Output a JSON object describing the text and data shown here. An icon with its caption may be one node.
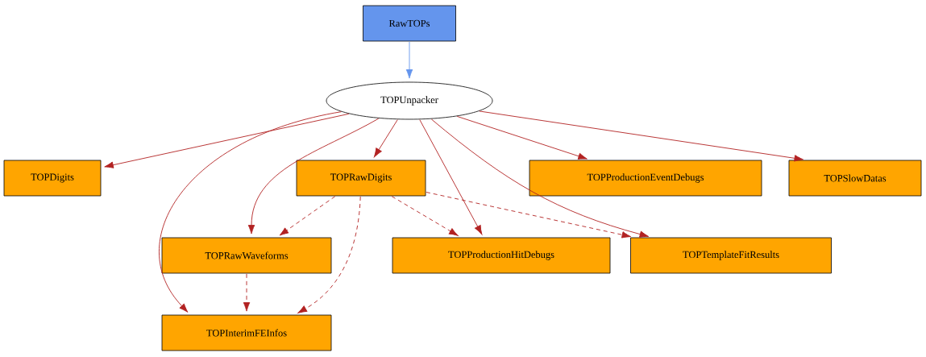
{
  "diagram": {
    "nodes": [
      {
        "text": [
          "RawTOPs"
        ]
      },
      {
        "text": [
          "TOPUnpacker"
        ]
      },
      {
        "text": [
          "TOPDigits"
        ]
      },
      {
        "text": [
          "TOPRawDigits"
        ]
      },
      {
        "text": [
          "TOPProductionEventDebugs"
        ]
      },
      {
        "text": [
          "TOPSlowDatas"
        ]
      },
      {
        "text": [
          "TOPRawWaveforms"
        ]
      },
      {
        "text": [
          "TOPProductionHitDebugs"
        ]
      },
      {
        "text": [
          "TOPTemplateFitResults"
        ]
      },
      {
        "text": [
          "TOPInterimFEInfos"
        ]
      }
    ],
    "edges": [
      {
        "from": 0,
        "to": 1,
        "arrow": "to",
        "color": "#6495ed"
      },
      {
        "from": 1,
        "to": 2,
        "arrow": "to"
      },
      {
        "from": 1,
        "to": 3,
        "arrow": "to"
      },
      {
        "from": 1,
        "to": 4,
        "arrow": "to"
      },
      {
        "from": 1,
        "to": 5,
        "arrow": "to"
      },
      {
        "from": 1,
        "to": 6,
        "arrow": "to"
      },
      {
        "from": 1,
        "to": 7,
        "arrow": "to"
      },
      {
        "from": 1,
        "to": 8,
        "arrow": "to"
      },
      {
        "from": 1,
        "to": 9,
        "arrow": "to"
      },
      {
        "from": 3,
        "to": 6,
        "arrow": "to",
        "style": "dashed"
      },
      {
        "from": 3,
        "to": 7,
        "arrow": "to",
        "style": "dashed"
      },
      {
        "from": 3,
        "to": 8,
        "arrow": "to",
        "style": "dashed"
      },
      {
        "from": 3,
        "to": 9,
        "arrow": "to",
        "style": "dashed"
      },
      {
        "from": 6,
        "to": 9,
        "arrow": "to",
        "style": "dashed"
      }
    ]
  }
}
